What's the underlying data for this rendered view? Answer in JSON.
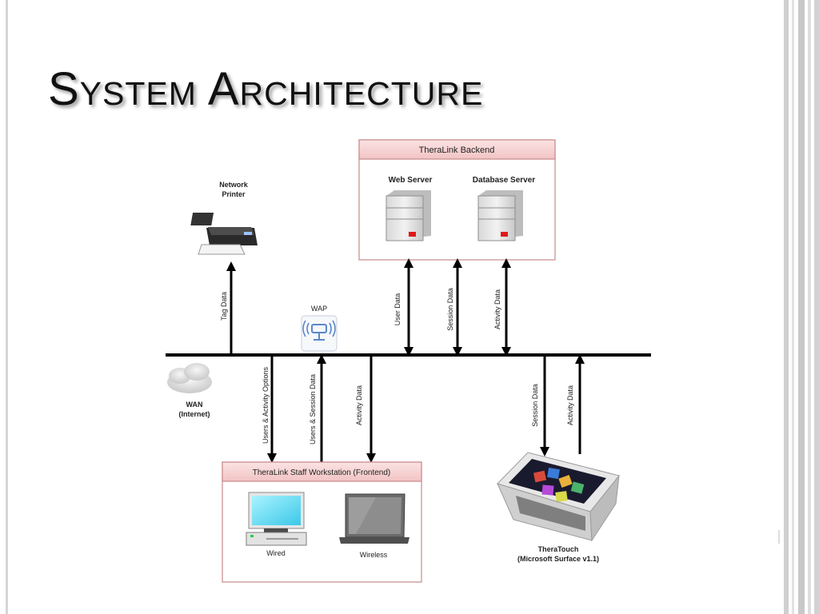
{
  "slide": {
    "title": "System Architecture"
  },
  "diagram": {
    "backend": {
      "title": "TheraLink Backend",
      "web_server": "Web Server",
      "database_server": "Database Server"
    },
    "network_printer": [
      "Network",
      "Printer"
    ],
    "wap": "WAP",
    "wan": [
      "WAN",
      "(Internet)"
    ],
    "links": {
      "tag_data": "Tag Data",
      "user_data": "User Data",
      "session_data": "Session Data",
      "activity_data": "Activity Data",
      "users_activity_options": "Users & Activity Options",
      "users_session_data": "Users & Session Data",
      "workstation_activity_data": "Activity Data",
      "theratouch_session_data": "Session Data",
      "theratouch_activity_data": "Activity Data"
    },
    "frontend": {
      "title": "TheraLink Staff Workstation (Frontend)",
      "wired": "Wired",
      "wireless": "Wireless"
    },
    "theratouch": [
      "TheraTouch",
      "(Microsoft Surface v1.1)"
    ]
  }
}
